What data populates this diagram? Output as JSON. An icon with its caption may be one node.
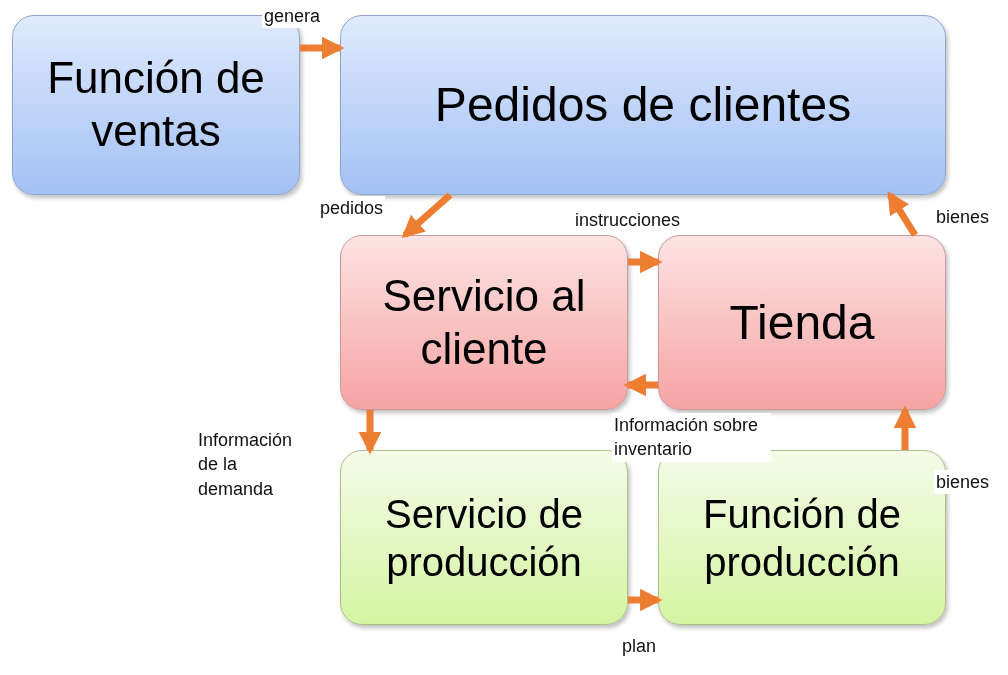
{
  "diagram": {
    "nodes": [
      {
        "text": [
          "Función de ventas"
        ]
      },
      {
        "text": [
          "Pedidos de clientes"
        ]
      },
      {
        "text": [
          "Servicio al cliente"
        ]
      },
      {
        "text": [
          "Tienda"
        ]
      },
      {
        "text": [
          "Servicio de producción"
        ]
      },
      {
        "text": [
          "Función de producción"
        ]
      }
    ],
    "edges": [
      {
        "from": 0,
        "to": 1,
        "arrow": "to",
        "label": "genera"
      },
      {
        "from": 1,
        "to": 2,
        "arrow": "to",
        "label": "pedidos"
      },
      {
        "from": 2,
        "to": 3,
        "arrow": "to",
        "label": "instrucciones"
      },
      {
        "from": 3,
        "to": 2,
        "arrow": "to",
        "label": "Información sobre inventario"
      },
      {
        "from": 3,
        "to": 1,
        "arrow": "to",
        "label": "bienes"
      },
      {
        "from": 2,
        "to": 4,
        "arrow": "to",
        "label": "Información de la demanda"
      },
      {
        "from": 4,
        "to": 5,
        "arrow": "to",
        "label": "plan"
      },
      {
        "from": 5,
        "to": 3,
        "arrow": "to",
        "label": "bienes"
      }
    ]
  }
}
